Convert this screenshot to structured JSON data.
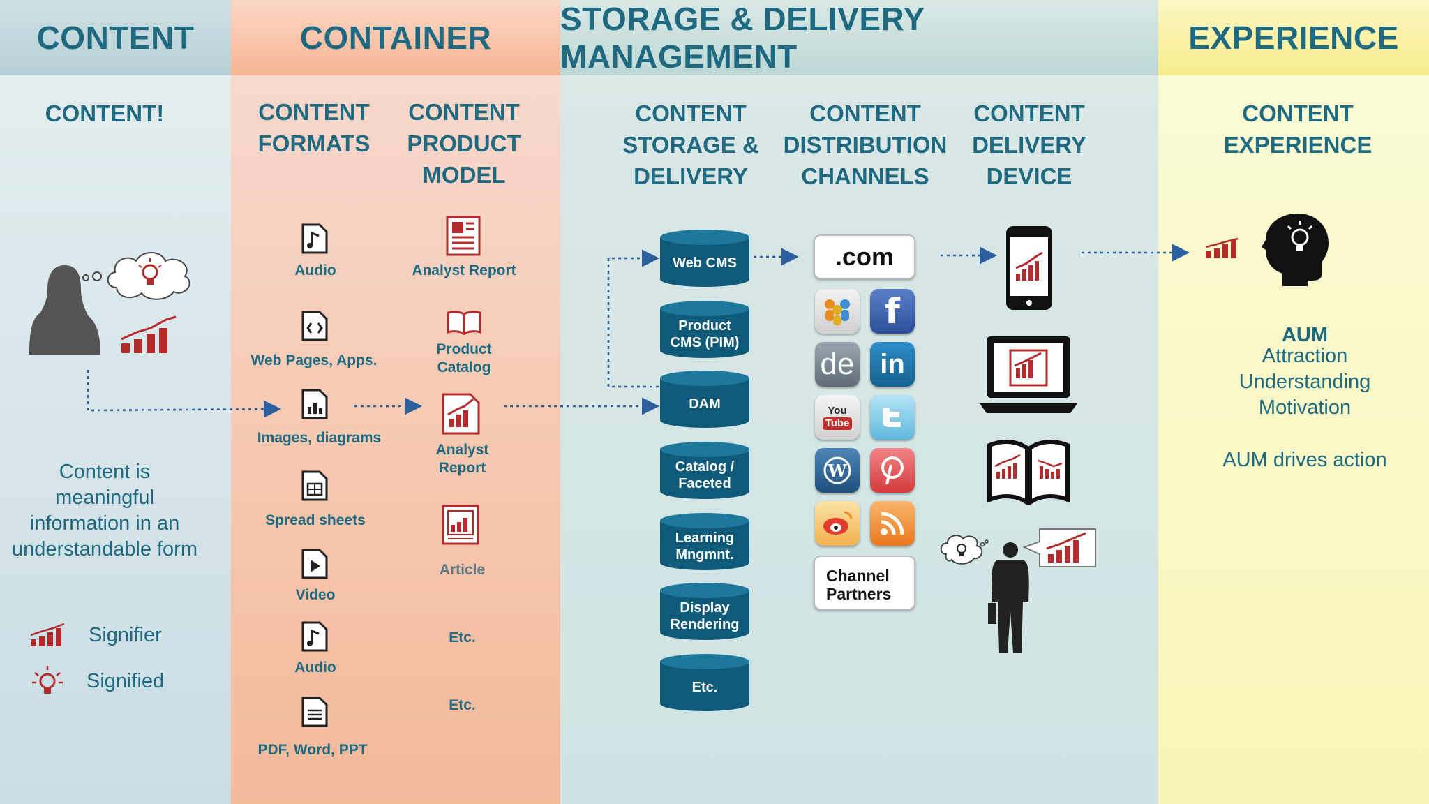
{
  "headers": {
    "content": "CONTENT",
    "container": "CONTAINER",
    "storage": "STORAGE & DELIVERY MANAGEMENT",
    "experience": "EXPERIENCE"
  },
  "subheaders": {
    "content": "CONTENT!",
    "formats_1": "CONTENT",
    "formats_2": "FORMATS",
    "product_1": "CONTENT",
    "product_2": "PRODUCT",
    "product_3": "MODEL",
    "storage_1": "CONTENT",
    "storage_2": "STORAGE &",
    "storage_3": "DELIVERY",
    "channels_1": "CONTENT",
    "channels_2": "DISTRIBUTION",
    "channels_3": "CHANNELS",
    "device_1": "CONTENT",
    "device_2": "DELIVERY",
    "device_3": "DEVICE",
    "experience_1": "CONTENT",
    "experience_2": "EXPERIENCE"
  },
  "content_column": {
    "description": "Content is meaningful information in an understandable form",
    "legend_signifier": "Signifier",
    "legend_signified": "Signified"
  },
  "formats": [
    "Audio",
    "Web Pages, Apps.",
    "Images, diagrams",
    "Spread sheets",
    "Video",
    "Audio",
    "PDF, Word, PPT"
  ],
  "product_model": {
    "analyst_report_top": "Analyst Report",
    "product_catalog_1": "Product",
    "product_catalog_2": "Catalog",
    "analyst_report_1": "Analyst",
    "analyst_report_2": "Report",
    "article": "Article",
    "etc_1": "Etc.",
    "etc_2": "Etc."
  },
  "storage_items": [
    {
      "line1": "Web CMS",
      "line2": ""
    },
    {
      "line1": "Product",
      "line2": "CMS (PIM)"
    },
    {
      "line1": "DAM",
      "line2": ""
    },
    {
      "line1": "Catalog /",
      "line2": "Faceted"
    },
    {
      "line1": "Learning",
      "line2": "Mngmnt."
    },
    {
      "line1": "Display",
      "line2": "Rendering"
    },
    {
      "line1": "Etc.",
      "line2": ""
    }
  ],
  "channels": {
    "dotcom": ".com",
    "partners_1": "Channel",
    "partners_2": "Partners",
    "youtube_1": "You",
    "youtube_2": "Tube",
    "de": "de",
    "linkedin": "in",
    "facebook": "f"
  },
  "experience": {
    "aum": "AUM",
    "attraction": "Attraction",
    "understanding": "Understanding",
    "motivation": "Motivation",
    "drives": "AUM drives action"
  },
  "colors": {
    "title": "#1f6a80",
    "red": "#b52a2a",
    "cylinder": "#0f5a78",
    "arrow": "#2b5f9e"
  }
}
